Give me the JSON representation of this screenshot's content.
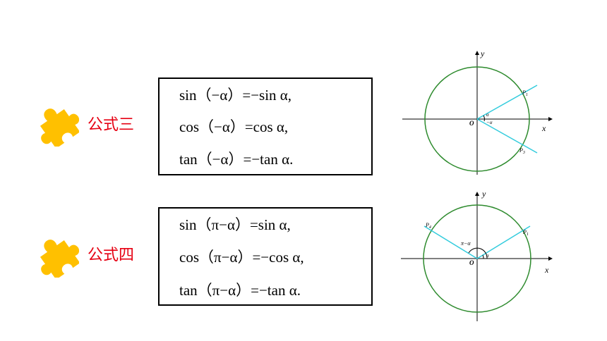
{
  "formulas": [
    {
      "label": "公式三",
      "lines": [
        "sin（−α）=−sin α,",
        "cos（−α）=cos α,",
        "tan（−α）=−tan α."
      ],
      "diagram": {
        "axis_x": "x",
        "axis_y": "y",
        "origin": "O",
        "point_top": "P",
        "point_top_sub": "1",
        "point_bottom": "P",
        "point_bottom_sub": "3",
        "angle_top": "α",
        "angle_bottom": "−α"
      }
    },
    {
      "label": "公式四",
      "lines": [
        "sin（π−α）=sin α,",
        "cos（π−α）=−cos α,",
        "tan（π−α）=−tan α."
      ],
      "diagram": {
        "axis_x": "x",
        "axis_y": "y",
        "origin": "O",
        "point_left": "P",
        "point_left_sub": "4",
        "point_right": "P",
        "point_right_sub": "1",
        "angle_right": "α",
        "angle_left": "π−α"
      }
    }
  ],
  "colors": {
    "label": "#e60012",
    "puzzle": "#ffc000",
    "circle": "#2e8b2e",
    "ray": "#33ccdd",
    "border": "#000000"
  },
  "icons": [
    "puzzle-piece-icon",
    "puzzle-piece-icon"
  ]
}
